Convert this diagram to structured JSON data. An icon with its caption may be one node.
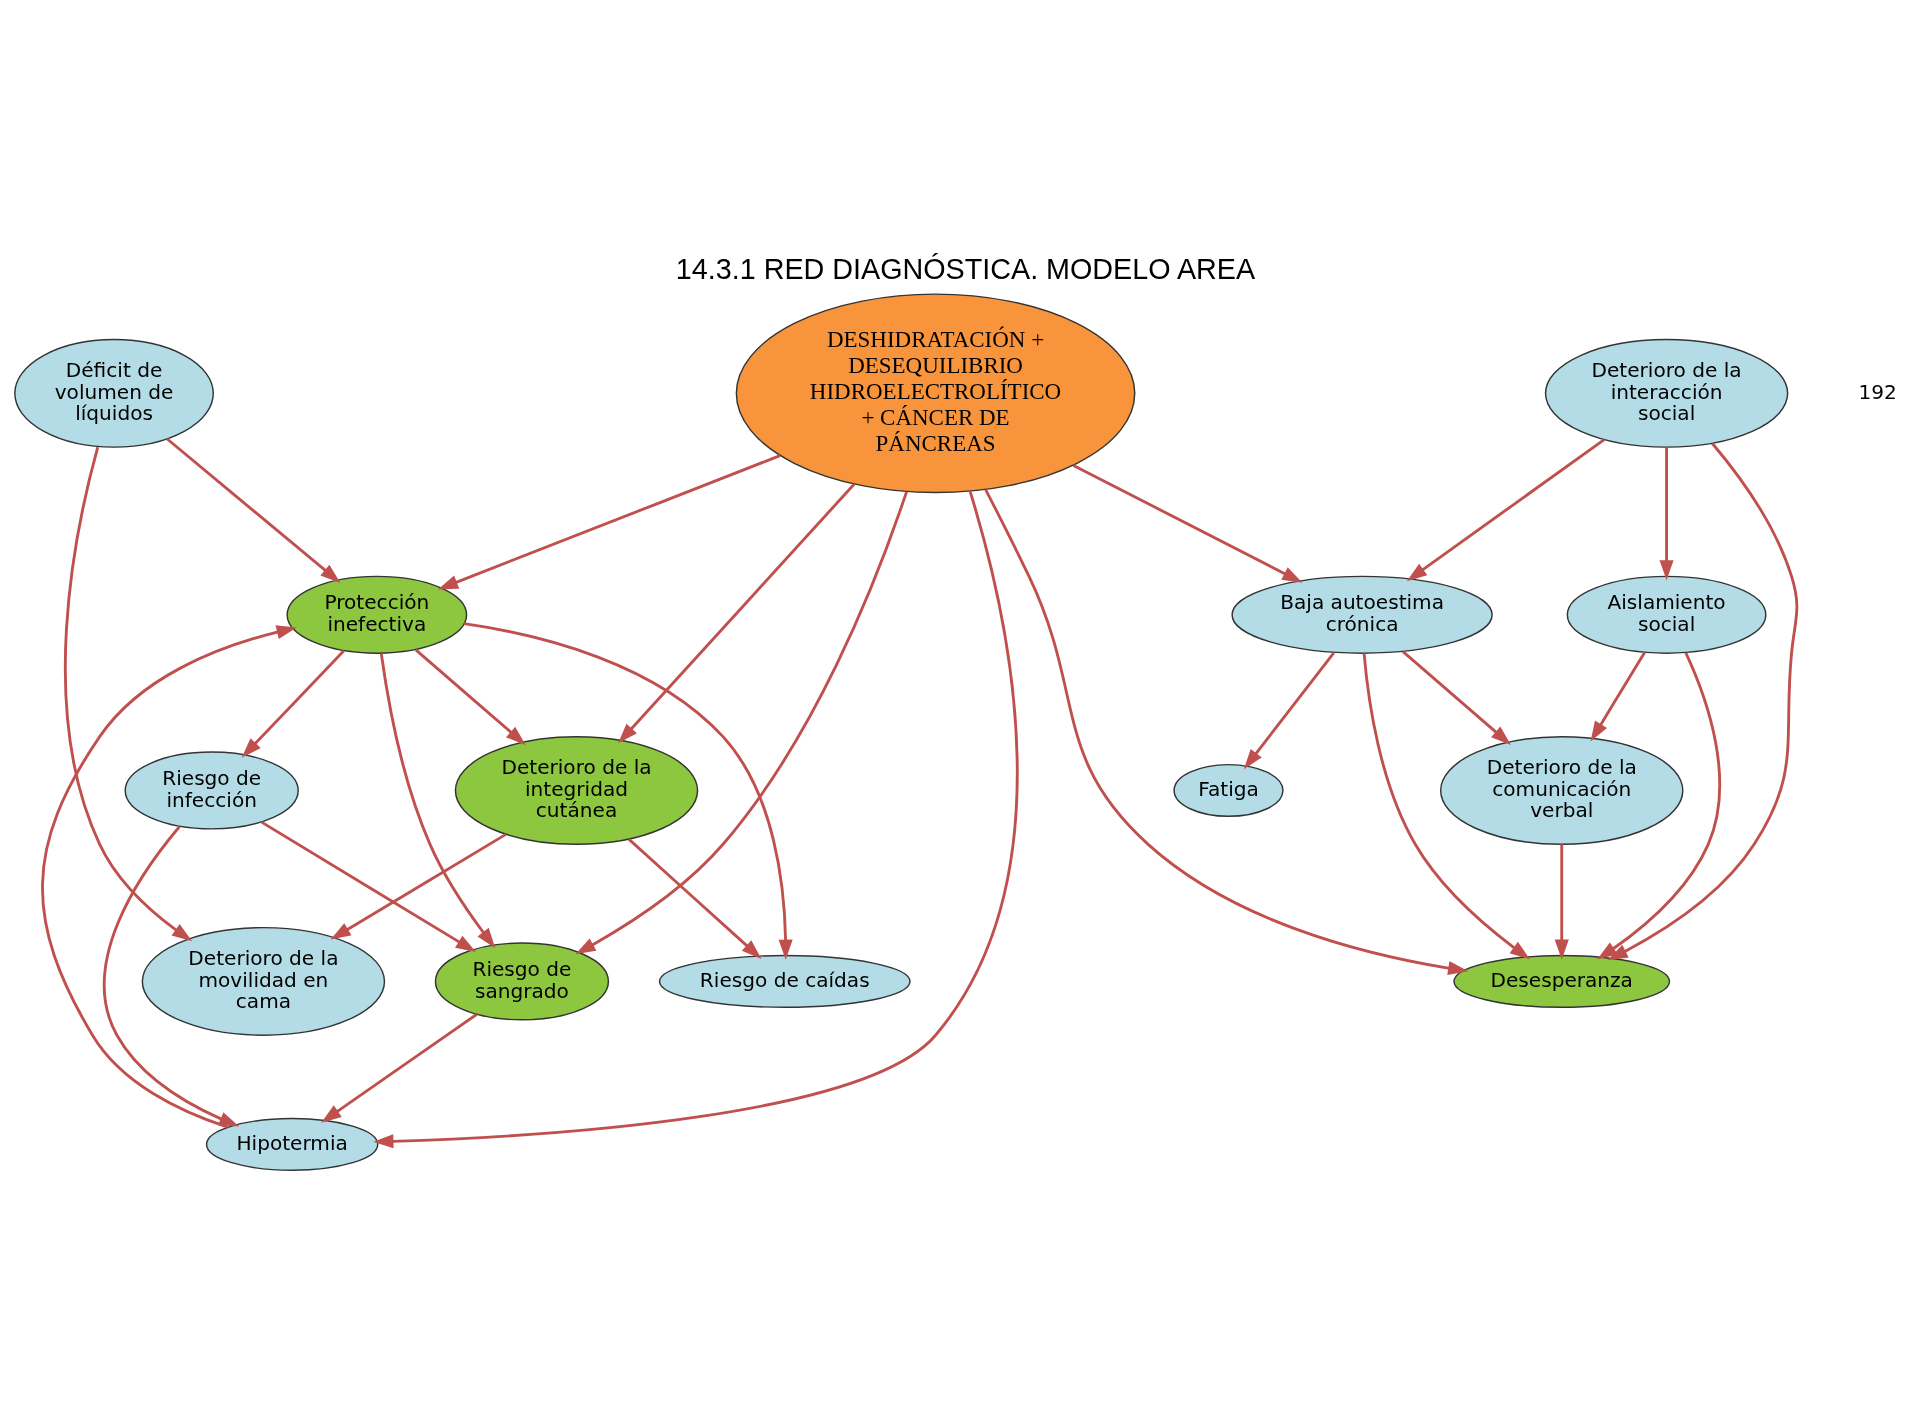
{
  "diagram": {
    "title": "14.3.1 RED DIAGNÓSTICA. MODELO AREA",
    "nodes": [
      {
        "text": [
          "Riesgo de caídas"
        ]
      },
      {
        "text": [
          "Deterioro de la interacción social"
        ]
      },
      {
        "text": [
          "Deterioro de la movilidad en cama"
        ]
      },
      {
        "text": [
          "Deterioro de la integridad cutánea"
        ]
      },
      {
        "text": [
          "Desesperanza"
        ]
      },
      {
        "text": [
          "DESHIDRATACIÓN + DESEQUILIBRIO HIDROELECTROLÍTICO + CÁNCER DE PÁNCREAS"
        ]
      },
      {
        "text": [
          "Déficit de volumen de líquidos"
        ]
      },
      {
        "text": [
          "Baja autoestima crónica"
        ]
      },
      {
        "text": [
          "Aislamiento social"
        ]
      },
      {
        "text": [
          "Protección inefectiva"
        ]
      },
      {
        "text": [
          "Hipotermia"
        ]
      },
      {
        "text": [
          "Riesgo de sangrado"
        ]
      },
      {
        "text": [
          "Deterioro de la comunicación verbal"
        ]
      },
      {
        "text": [
          "Riesgo de infección"
        ]
      },
      {
        "text": [
          "Fatiga"
        ]
      }
    ],
    "edges": [
      {
        "from": 3,
        "to": 0,
        "arrow": "to"
      },
      {
        "from": 3,
        "to": 2,
        "arrow": "to"
      },
      {
        "from": 5,
        "to": 3,
        "arrow": "to"
      },
      {
        "from": 9,
        "to": 3,
        "arrow": "to"
      },
      {
        "from": 9,
        "to": 0,
        "arrow": "to"
      },
      {
        "from": 6,
        "to": 2,
        "arrow": "to"
      },
      {
        "from": 6,
        "to": 9,
        "arrow": "to"
      },
      {
        "from": 5,
        "to": 4,
        "arrow": "to"
      },
      {
        "from": 1,
        "to": 4,
        "arrow": "to"
      },
      {
        "from": 1,
        "to": 7,
        "arrow": "to"
      },
      {
        "from": 1,
        "to": 8,
        "arrow": "to"
      },
      {
        "from": 7,
        "to": 4,
        "arrow": "to"
      },
      {
        "from": 8,
        "to": 4,
        "arrow": "to"
      },
      {
        "from": 12,
        "to": 4,
        "arrow": "to"
      },
      {
        "from": 5,
        "to": 7,
        "arrow": "to"
      },
      {
        "from": 7,
        "to": 12,
        "arrow": "to"
      },
      {
        "from": 8,
        "to": 12,
        "arrow": "to"
      },
      {
        "from": 7,
        "to": 14,
        "arrow": "to"
      },
      {
        "from": 5,
        "to": 10,
        "arrow": "to"
      },
      {
        "from": 5,
        "to": 9,
        "arrow": "to"
      },
      {
        "from": 5,
        "to": 11,
        "arrow": "to"
      },
      {
        "from": 10,
        "to": 9,
        "arrow": "to"
      },
      {
        "from": 9,
        "to": 11,
        "arrow": "to"
      },
      {
        "from": 9,
        "to": 13,
        "arrow": "to"
      },
      {
        "from": 11,
        "to": 10,
        "arrow": "to"
      },
      {
        "from": 13,
        "to": 11,
        "arrow": "to"
      },
      {
        "from": 13,
        "to": 10,
        "arrow": "to"
      }
    ],
    "labels": [
      "192"
    ]
  }
}
